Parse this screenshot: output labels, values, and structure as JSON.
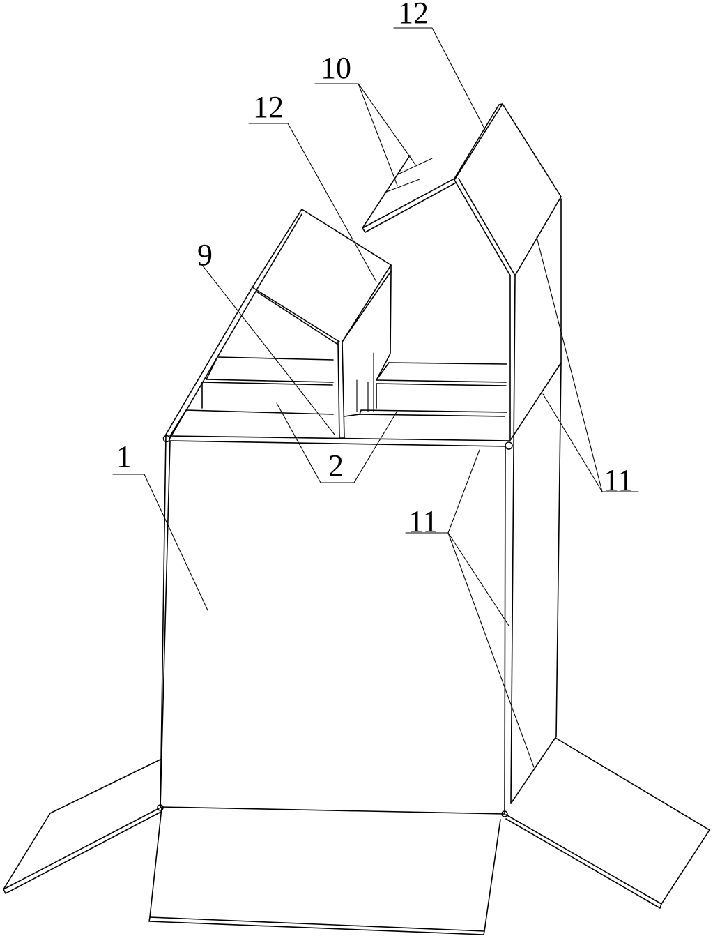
{
  "figure": {
    "labels": {
      "box": "1",
      "partitions": "2",
      "divider": "9",
      "slots": "10",
      "crease_lines": "11",
      "crease_lines_side": "11",
      "lid_left": "12",
      "lid_right": "12"
    }
  }
}
